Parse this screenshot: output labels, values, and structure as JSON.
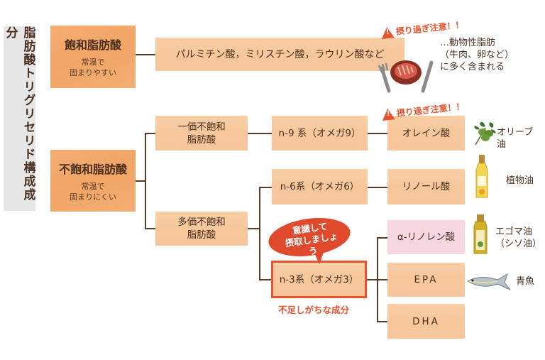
{
  "side_label": "脂肪酸トリグリセリド構成成分",
  "saturated": {
    "title": "飽和脂肪酸",
    "sub1": "常温で",
    "sub2": "固まりやすい"
  },
  "saturated_examples": "パルミチン酸，ミリスチン酸，ラウリン酸など",
  "saturated_warning": "摂り過ぎ注意！！",
  "saturated_note": [
    "…動物性脂肪",
    "（牛肉、卵など）",
    "に多く含まれる"
  ],
  "unsaturated": {
    "title": "不飽和脂肪酸",
    "sub1": "常温で",
    "sub2": "固まりにくい"
  },
  "mono": {
    "line1": "一価不飽和",
    "line2": "脂肪酸"
  },
  "poly": {
    "line1": "多価不飽和",
    "line2": "脂肪酸"
  },
  "n9": "n-9 系（オメガ9）",
  "n6": "n-6系（オメガ6）",
  "n3": "n-3系（オメガ3）",
  "n3_caption": "不足しがちな成分",
  "bubble": {
    "line1": "意識して",
    "line2": "摂取しましょう"
  },
  "oleic": "オレイン酸",
  "oleic_warning": "摂り過ぎ注意！！",
  "linoleic": "リノール酸",
  "alpha": "α-リノレン酸",
  "epa": "EPA",
  "dha": "DHA",
  "sources": {
    "olive": [
      "オリーブ",
      "油"
    ],
    "vegetable": "植物油",
    "egoma": [
      "エゴマ油",
      "（シソ油）"
    ],
    "fish": "青魚"
  },
  "colors": {
    "accent_red": "#e8532f",
    "line": "#5a3a26",
    "box_light": "#f8cba0",
    "box_dark": "#f2a566",
    "box_pink": "#f7d6e2"
  }
}
